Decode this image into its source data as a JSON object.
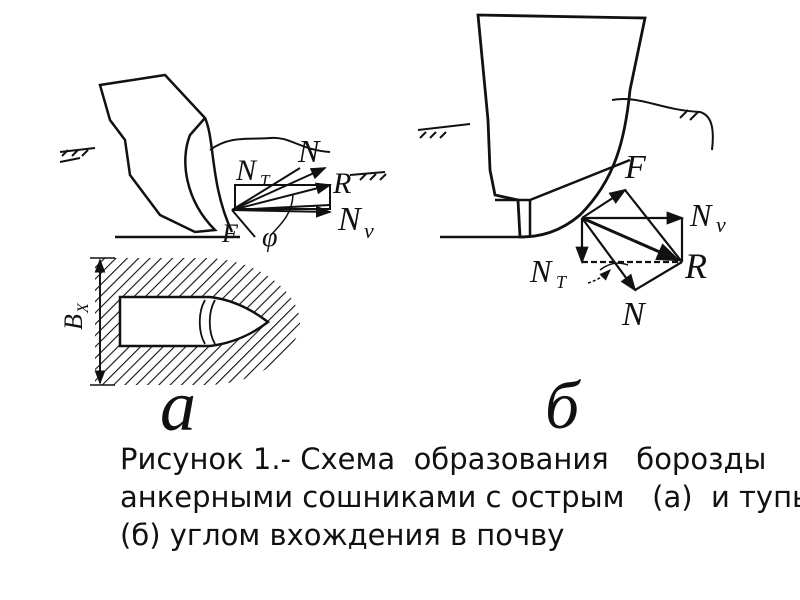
{
  "figure": {
    "panel_a": {
      "letter": "а",
      "labels": {
        "N": "N",
        "NT": "N",
        "NT_sub": "T",
        "R": "R",
        "Nv": "N",
        "Nv_sub": "v",
        "F": "F",
        "phi": "φ",
        "Bx": "B",
        "Bx_sub": "X"
      }
    },
    "panel_b": {
      "letter": "б",
      "labels": {
        "F": "F",
        "Nv": "N",
        "Nv_sub": "v",
        "R": "R",
        "NT": "N",
        "NT_sub": "T",
        "N": "N"
      }
    }
  },
  "caption": {
    "lines": [
      "Рисунок 1.- Схема  образования   борозды",
      "анкерными сошниками с острым   (а)  и тупым",
      "(б) углом вхождения в почву"
    ]
  },
  "colors": {
    "ink": "#111111",
    "background": "#ffffff"
  }
}
